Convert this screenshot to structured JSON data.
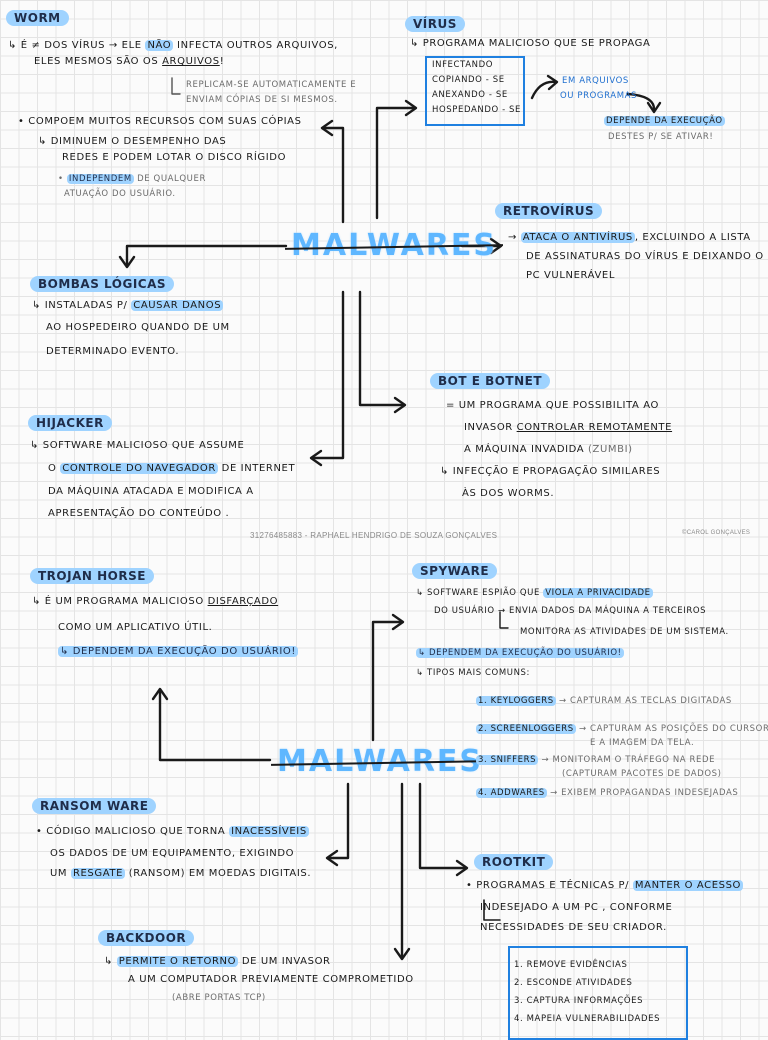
{
  "page1": {
    "center": "MALWARES",
    "worm": {
      "title": "WORM",
      "line1_pre": "↳ É ≠ DOS VÍRUS → ELE ",
      "line1_hl": "NÃO",
      "line1_post": " INFECTA OUTROS ARQUIVOS,",
      "line2_pre": "ELES MESMOS SÃO OS ",
      "line2_ul": "ARQUIVOS",
      "line2_post": "!",
      "note1": "REPLICAM-SE AUTOMATICAMENTE E",
      "note2": "ENVIAM CÓPIAS DE SI MESMOS.",
      "b1": "• COMPOEM MUITOS RECURSOS COM SUAS CÓPIAS",
      "b2": "↳ DIMINUEM O DESEMPENHO DAS",
      "b3": "REDES E PODEM LOTAR O DISCO RÍGIDO",
      "b4_pre": "• ",
      "b4_hl": "INDEPENDEM",
      "b4_post": " DE QUALQUER",
      "b5": "ATUAÇÃO DO USUÁRIO."
    },
    "virus": {
      "title": "VÍRUS",
      "line1": "↳ PROGRAMA MALICIOSO QUE SE PROPAGA",
      "box1": "INFECTANDO",
      "box2": "COPIANDO - SE",
      "box3": "ANEXANDO - SE",
      "box4": "HOSPEDANDO - SE",
      "files1": "EM ARQUIVOS",
      "files2": "OU PROGRAMAS",
      "dep": "DEPENDE DA EXECUÇÃO",
      "dep2": "DESTES P/ SE ATIVAR!"
    },
    "retrovirus": {
      "title": "RETROVÍRUS",
      "l1_pre": "→ ",
      "l1_hl": "ATACA O ANTIVÍRUS",
      "l1_post": ", EXCLUINDO A LISTA",
      "l2": "DE ASSINATURAS DO VÍRUS E DEIXANDO O",
      "l3": "PC VULNERÁVEL"
    },
    "bombas": {
      "title": "BOMBAS LÓGICAS",
      "l1_pre": "↳ INSTALADAS P/ ",
      "l1_hl": "CAUSAR DANOS",
      "l2": "AO HOSPEDEIRO QUANDO DE UM",
      "l3": "DETERMINADO EVENTO."
    },
    "bot": {
      "title": "BOT E BOTNET",
      "l1": "= UM PROGRAMA QUE POSSIBILITA AO",
      "l2_pre": "INVASOR ",
      "l2_ul": "CONTROLAR REMOTAMENTE",
      "l3": "A MÁQUINA INVADIDA",
      "l3_paren": "(ZUMBI)",
      "l4": "↳ INFECÇÃO E PROPAGAÇÃO SIMILARES",
      "l5": "ÀS DOS WORMS."
    },
    "hijacker": {
      "title": "HIJACKER",
      "l1": "↳ SOFTWARE MALICIOSO QUE ASSUME",
      "l2_pre": "O ",
      "l2_ul": "CONTROLE DO NAVEGADOR",
      "l2_post": " DE INTERNET",
      "l3": "DA MÁQUINA ATACADA E MODIFICA A",
      "l4": "APRESENTAÇÃO DO CONTEÚDO ."
    },
    "footer": "31276485883 - RAPHAEL HENDRIGO DE SOUZA GONÇALVES",
    "signature": "©CAROL GONÇALVES"
  },
  "page2": {
    "center": "MALWARES",
    "trojan": {
      "title": "TROJAN HORSE",
      "l1_pre": "↳ É UM PROGRAMA MALICIOSO ",
      "l1_ul": "DISFARÇADO",
      "l2": "COMO UM APLICATIVO ÚTIL.",
      "l3": "↳ DEPENDEM DA EXECUÇÃO DO USUÁRIO!"
    },
    "spyware": {
      "title": "SPYWARE",
      "l1_pre": "↳ SOFTWARE ESPIÃO QUE ",
      "l1_hl": "VIOLA A PRIVACIDADE",
      "l2": "DO USUÁRIO",
      "l2a": "→ ENVIA DADOS DA MÁQUINA A TERCEIROS",
      "l2b": "MONITORA AS ATIVIDADES DE UM SISTEMA.",
      "l3": "↳ DEPENDEM DA EXECUÇÃO DO USUÁRIO!",
      "l4": "↳ TIPOS MAIS COMUNS:",
      "t1": "1. KEYLOGGERS",
      "t1d": "→ CAPTURAM AS TECLAS DIGITADAS",
      "t2": "2. SCREENLOGGERS",
      "t2d": "→ CAPTURAM AS POSIÇÕES DO CURSOR",
      "t2e": "E A IMAGEM DA TELA.",
      "t3": "3. SNIFFERS",
      "t3d": "→ MONITORAM O TRÁFEGO NA REDE",
      "t3e": "(CAPTURAM PACOTES DE DADOS)",
      "t4": "4. ADDWARES",
      "t4d": "→ EXIBEM PROPAGANDAS INDESEJADAS"
    },
    "ransom": {
      "title": "RANSOM WARE",
      "l1_pre": "• CÓDIGO MALICIOSO QUE TORNA ",
      "l1_ul": "INACESSÍVEIS",
      "l2": "OS DADOS DE UM EQUIPAMENTO, EXIGINDO",
      "l3_pre": "UM ",
      "l3_ul": "RESGATE",
      "l3_post": " (RANSOM) EM MOEDAS DIGITAIS."
    },
    "rootkit": {
      "title": "ROOTKIT",
      "l1_pre": "• PROGRAMAS E TÉCNICAS P/ ",
      "l1_hl": "MANTER O ACESSO",
      "l2": "INDESEJADO A UM PC , CONFORME",
      "l3": "NECESSIDADES DE SEU CRIADOR.",
      "i1": "1. REMOVE EVIDÊNCIAS",
      "i2": "2. ESCONDE ATIVIDADES",
      "i3": "3. CAPTURA INFORMAÇÕES",
      "i4": "4. MAPEIA VULNERABILIDADES"
    },
    "backdoor": {
      "title": "BACKDOOR",
      "l1_pre": "↳ ",
      "l1_hl": "PERMITE O RETORNO",
      "l1_post": " DE UM INVASOR",
      "l2": "A UM COMPUTADOR PREVIAMENTE COMPROMETIDO",
      "l3": "(ABRE PORTAS TCP)"
    }
  }
}
